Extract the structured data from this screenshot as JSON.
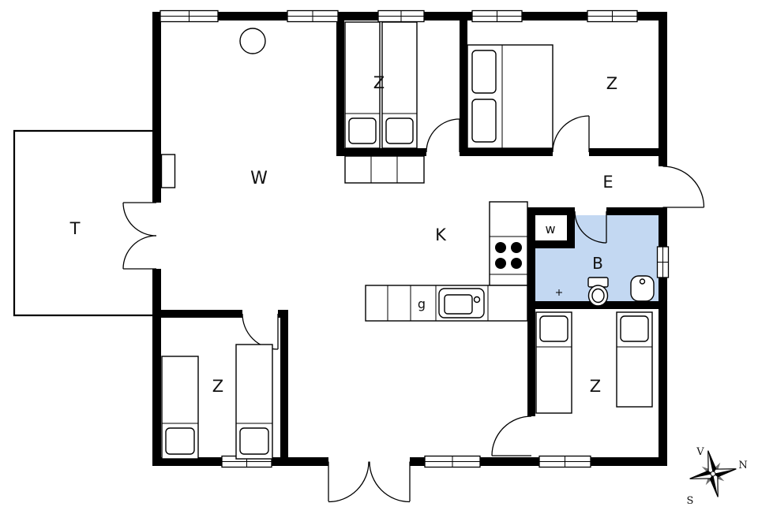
{
  "plan": {
    "colors": {
      "wall": "#000000",
      "bathroom_fill": "#c3d8f2",
      "background": "#ffffff"
    },
    "rooms": {
      "living": {
        "label": "W"
      },
      "terrace": {
        "label": "T"
      },
      "bedroom_top_mid": {
        "label": "Z"
      },
      "bedroom_top_right": {
        "label": "Z"
      },
      "entrance_hall": {
        "label": "E"
      },
      "kitchen": {
        "label": "K"
      },
      "closet": {
        "label": "w"
      },
      "bathroom": {
        "label": "B"
      },
      "kitchen_island_unit": {
        "label": "g"
      },
      "bedroom_bottom_left": {
        "label": "Z"
      },
      "bedroom_bottom_right": {
        "label": "Z"
      }
    },
    "compass": {
      "west_label": "V",
      "north_label": "N",
      "south_label": "S"
    }
  }
}
